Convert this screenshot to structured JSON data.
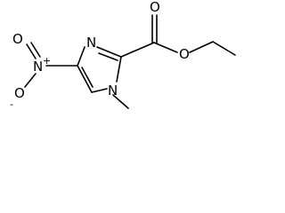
{
  "molecule": {
    "atoms": {
      "ester_carbonyl_oxygen": "O",
      "ester_ether_oxygen": "O",
      "ring_nitrogen_3": "N",
      "ring_nitrogen_1": "N",
      "nitro_nitrogen": "N",
      "nitro_nitrogen_charge": "+",
      "nitro_oxygen_top": "O",
      "nitro_oxygen_bottom": "O",
      "nitro_oxygen_bottom_charge": "-"
    }
  }
}
